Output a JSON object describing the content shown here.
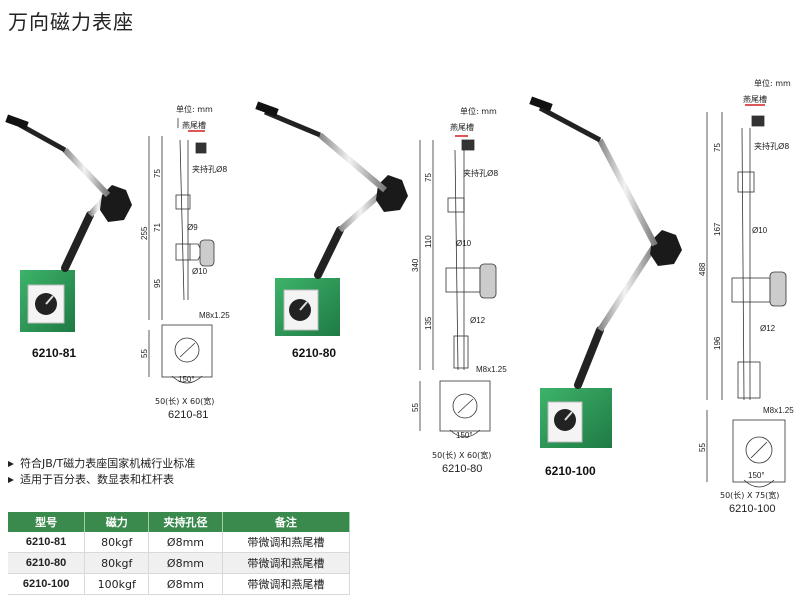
{
  "page": {
    "title": "万向磁力表座"
  },
  "products": [
    {
      "model": "6210-81",
      "unit": "单位: mm",
      "dovetail": "燕尾槽",
      "clamp_hole": "夹持孔Ø8",
      "dims": [
        "75",
        "71",
        "95",
        "255",
        "55"
      ],
      "dias": [
        "Ø9",
        "Ø10"
      ],
      "thread": "M8x1.25",
      "angle": "150°",
      "base_size": "50(长) X 60(宽)"
    },
    {
      "model": "6210-80",
      "unit": "单位: mm",
      "dovetail": "燕尾槽",
      "clamp_hole": "夹持孔Ø8",
      "dims": [
        "75",
        "110",
        "135",
        "340",
        "55"
      ],
      "dias": [
        "Ø10",
        "Ø12"
      ],
      "thread": "M8x1.25",
      "angle": "150°",
      "base_size": "50(长) X 60(宽)"
    },
    {
      "model": "6210-100",
      "unit": "单位: mm",
      "dovetail": "燕尾槽",
      "clamp_hole": "夹持孔Ø8",
      "dims": [
        "75",
        "167",
        "196",
        "488",
        "55"
      ],
      "dias": [
        "Ø10",
        "Ø12"
      ],
      "thread": "M8x1.25",
      "angle": "150°",
      "base_size": "50(长) X 75(宽)"
    }
  ],
  "features": [
    "符合JB/T磁力表座国家机械行业标准",
    "适用于百分表、数显表和杠杆表"
  ],
  "spec_table": {
    "headers": [
      "型号",
      "磁力",
      "夹持孔径",
      "备注"
    ],
    "rows": [
      [
        "6210-81",
        "80kgf",
        "Ø8mm",
        "带微调和燕尾槽"
      ],
      [
        "6210-80",
        "80kgf",
        "Ø8mm",
        "带微调和燕尾槽"
      ],
      [
        "6210-100",
        "100kgf",
        "Ø8mm",
        "带微调和燕尾槽"
      ]
    ]
  },
  "colors": {
    "base_green": "#2e9a58",
    "header_green": "#3a8a4d",
    "knob_black": "#1a1a1a",
    "red_marker": "#d21f1f"
  }
}
